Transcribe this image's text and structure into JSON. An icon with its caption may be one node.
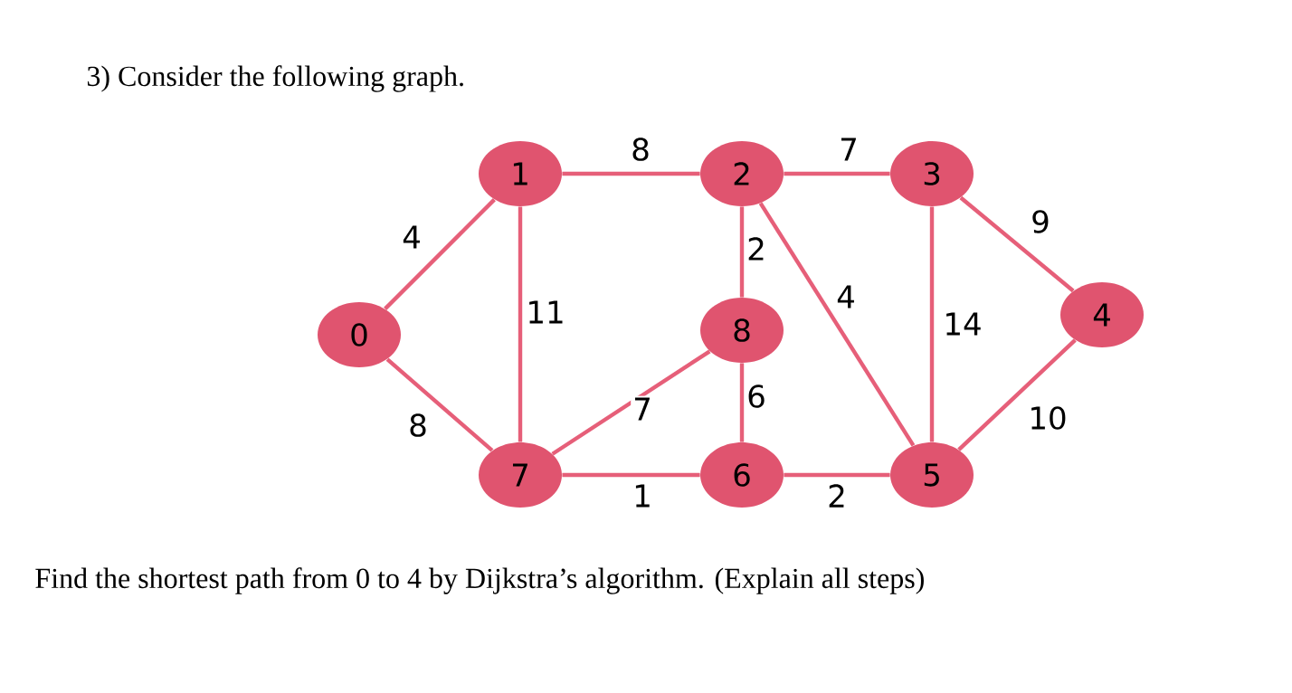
{
  "diagram": {
    "title": "3) Consider the following graph.",
    "caption": "Find the shortest path from 0 to 4 by Dijkstra’s algorithm. (Explain all steps)",
    "nodes": [
      {
        "text": [
          "0"
        ]
      },
      {
        "text": [
          "1"
        ]
      },
      {
        "text": [
          "2"
        ]
      },
      {
        "text": [
          "3"
        ]
      },
      {
        "text": [
          "4"
        ]
      },
      {
        "text": [
          "5"
        ]
      },
      {
        "text": [
          "6"
        ]
      },
      {
        "text": [
          "7"
        ]
      },
      {
        "text": [
          "8"
        ]
      }
    ],
    "edges": [
      {
        "from": 0,
        "to": 1,
        "arrow": "none",
        "label": "4"
      },
      {
        "from": 0,
        "to": 7,
        "arrow": "none",
        "label": "8"
      },
      {
        "from": 1,
        "to": 2,
        "arrow": "none",
        "label": "8"
      },
      {
        "from": 1,
        "to": 7,
        "arrow": "none",
        "label": "11"
      },
      {
        "from": 2,
        "to": 3,
        "arrow": "none",
        "label": "7"
      },
      {
        "from": 2,
        "to": 8,
        "arrow": "none",
        "label": "2"
      },
      {
        "from": 2,
        "to": 5,
        "arrow": "none",
        "label": "4"
      },
      {
        "from": 3,
        "to": 4,
        "arrow": "none",
        "label": "9"
      },
      {
        "from": 3,
        "to": 5,
        "arrow": "none",
        "label": "14"
      },
      {
        "from": 4,
        "to": 5,
        "arrow": "none",
        "label": "10"
      },
      {
        "from": 8,
        "to": 7,
        "arrow": "none",
        "label": "7"
      },
      {
        "from": 8,
        "to": 6,
        "arrow": "none",
        "label": "6"
      },
      {
        "from": 7,
        "to": 6,
        "arrow": "none",
        "label": "1"
      },
      {
        "from": 6,
        "to": 5,
        "arrow": "none",
        "label": "2"
      }
    ]
  }
}
